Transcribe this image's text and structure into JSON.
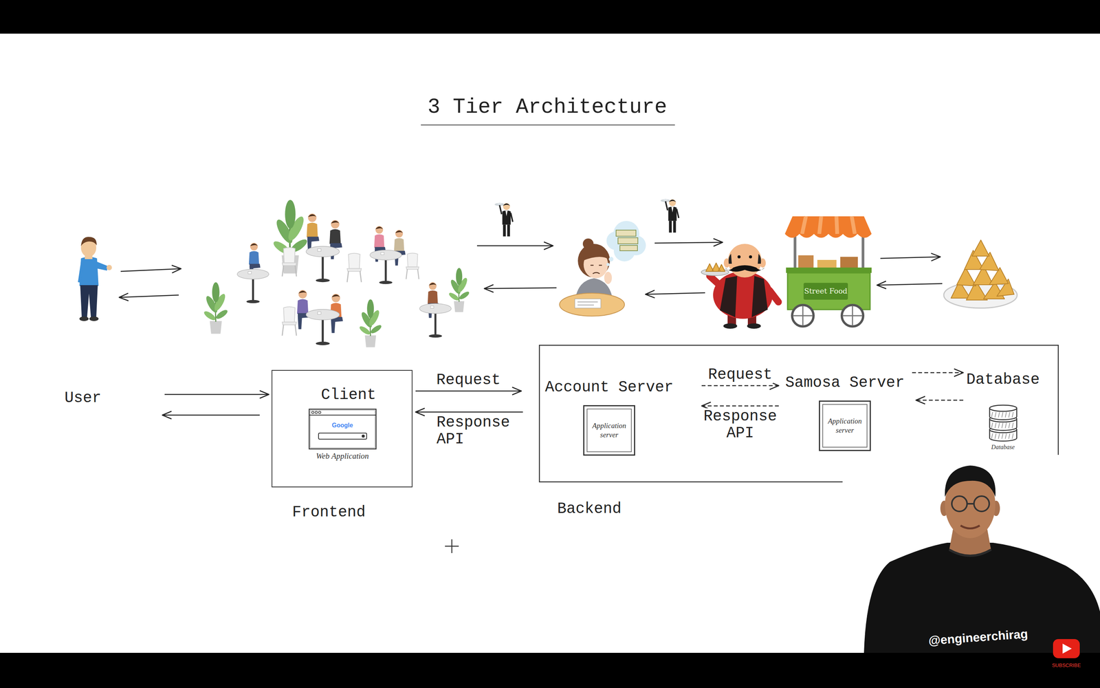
{
  "diagram": {
    "title": "3 Tier Architecture",
    "nodes": [
      {
        "text": [
          "User"
        ]
      },
      {
        "text": [
          "Client",
          "Frontend"
        ]
      },
      {
        "text": [
          "Google",
          "Web Application"
        ],
        "in": 1
      },
      {
        "text": [
          "Backend"
        ]
      },
      {
        "text": [
          "Account Server",
          "Application server"
        ],
        "in": 3
      },
      {
        "text": [
          "Samosa Server",
          "Application server"
        ],
        "in": 3
      },
      {
        "text": [
          "Database",
          "Database"
        ],
        "in": 3
      }
    ],
    "edges": [
      {
        "from": 0,
        "to": 1,
        "arrow": "to"
      },
      {
        "from": 1,
        "to": 0,
        "arrow": "to"
      },
      {
        "from": 1,
        "to": 3,
        "label": "Request",
        "arrow": "to"
      },
      {
        "from": 3,
        "to": 1,
        "label": "Response API",
        "arrow": "to"
      },
      {
        "from": 4,
        "to": 5,
        "label": "Request",
        "arrow": "to"
      },
      {
        "from": 5,
        "to": 4,
        "label": "Response API",
        "arrow": "to"
      },
      {
        "from": 5,
        "to": 6,
        "arrow": "to"
      },
      {
        "from": 6,
        "to": 5,
        "arrow": "to"
      }
    ],
    "labels": [
      "Street Food",
      "@engineerchirag",
      "SUBSCRIBE"
    ]
  }
}
